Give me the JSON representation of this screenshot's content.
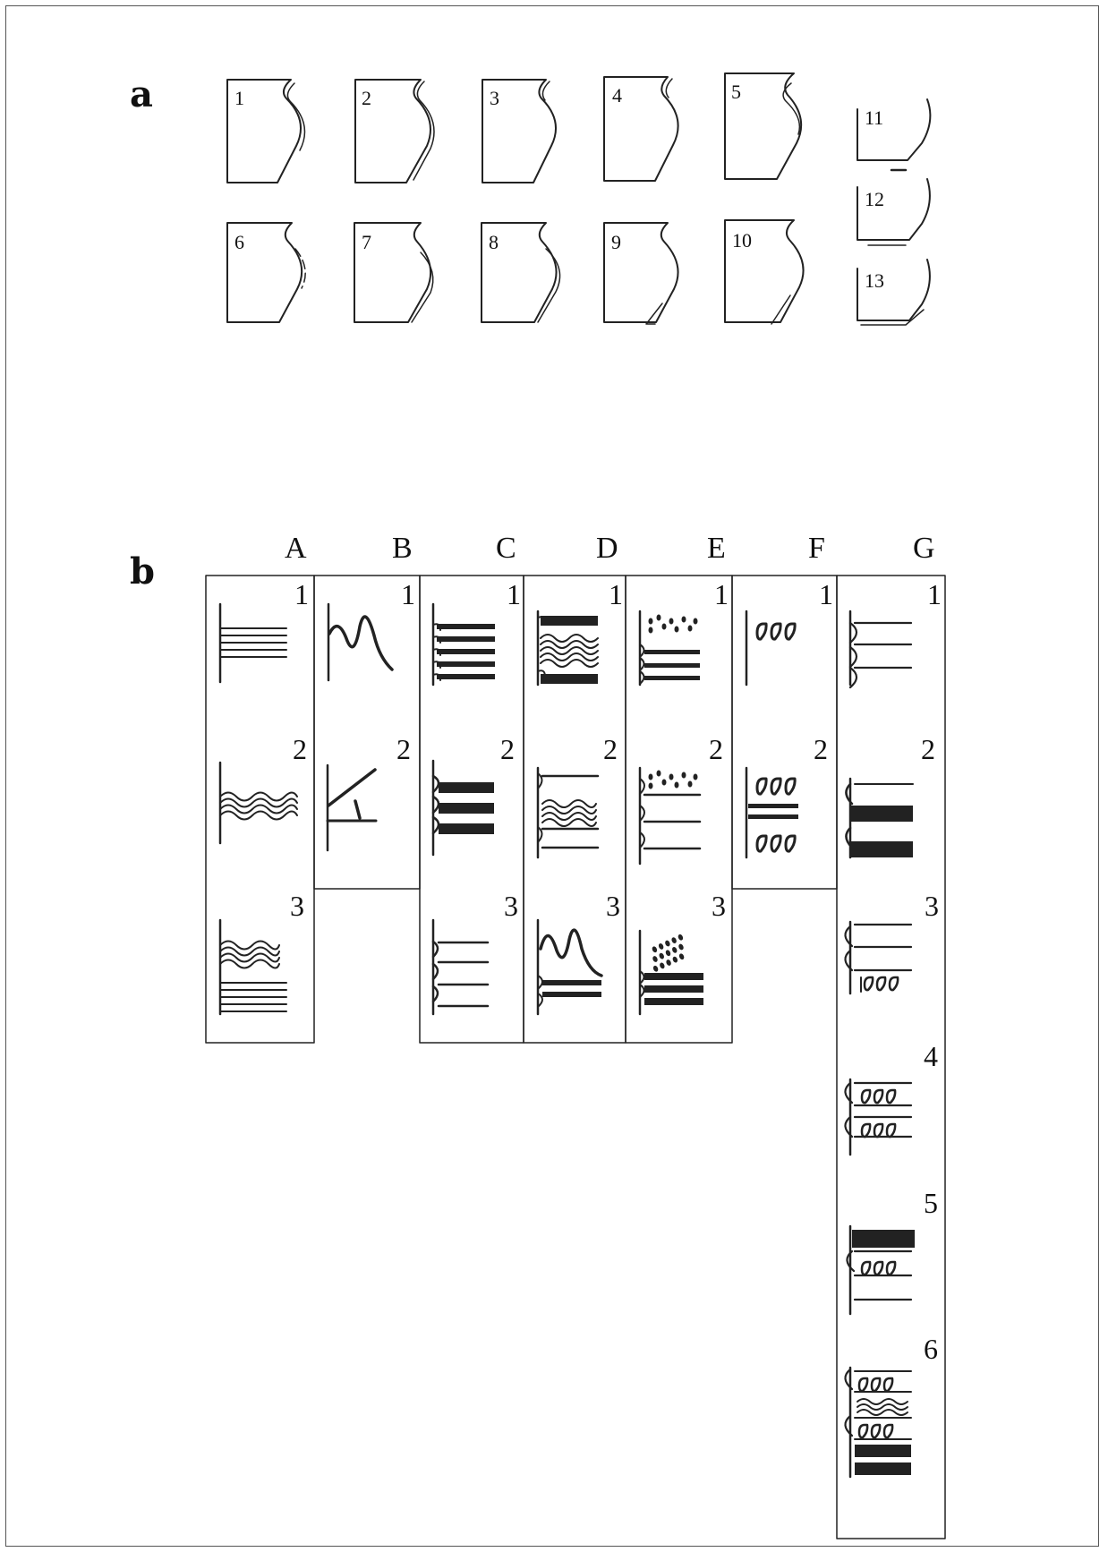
{
  "panels": {
    "a": {
      "letter": "a",
      "profiles": [
        "1",
        "2",
        "3",
        "4",
        "5",
        "6",
        "7",
        "8",
        "9",
        "10",
        "11",
        "12",
        "13"
      ]
    },
    "b": {
      "letter": "b",
      "columns": [
        {
          "letter": "A",
          "numbers": [
            "1",
            "2",
            "3"
          ]
        },
        {
          "letter": "B",
          "numbers": [
            "1",
            "2"
          ]
        },
        {
          "letter": "C",
          "numbers": [
            "1",
            "2",
            "3"
          ]
        },
        {
          "letter": "D",
          "numbers": [
            "1",
            "2",
            "3"
          ]
        },
        {
          "letter": "E",
          "numbers": [
            "1",
            "2",
            "3"
          ]
        },
        {
          "letter": "F",
          "numbers": [
            "1",
            "2"
          ]
        },
        {
          "letter": "G",
          "numbers": [
            "1",
            "2",
            "3",
            "4",
            "5",
            "6"
          ]
        }
      ]
    }
  }
}
